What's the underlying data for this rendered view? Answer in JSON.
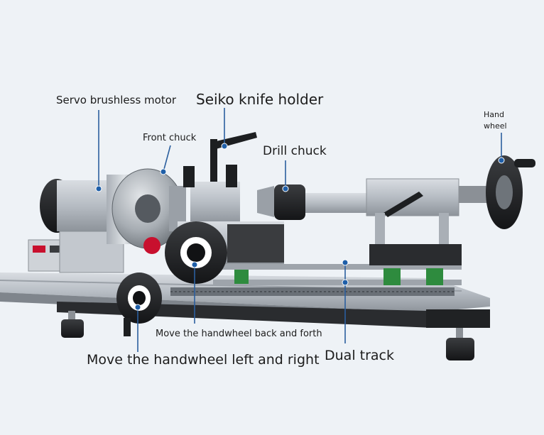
{
  "labels": {
    "servo_motor": "Servo brushless motor",
    "knife_holder": "Seiko knife holder",
    "front_chuck": "Front chuck",
    "drill_chuck": "Drill chuck",
    "hand_wheel_line1": "Hand",
    "hand_wheel_line2": "wheel",
    "handwheel_back_forth": "Move the handwheel back and forth",
    "handwheel_left_right": "Move the handwheel left and right",
    "dual_track": "Dual track"
  },
  "colors": {
    "background": "#eef2f6",
    "leader_line": "#2b5f9e",
    "marker_dot": "#1f5fa8",
    "machine_metal": "#b9bfc6",
    "handwheel_dark": "#1b1c1e",
    "accent_red": "#c8102e"
  }
}
